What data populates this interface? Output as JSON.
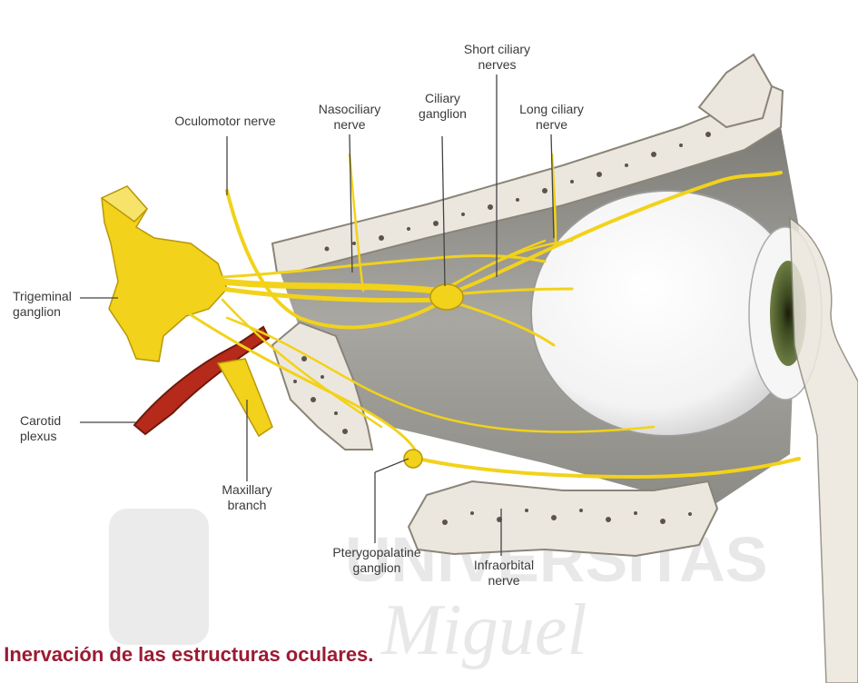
{
  "labels": {
    "oculomotor": "Oculomotor nerve",
    "nasociliary": "Nasociliary\nnerve",
    "ciliary_ganglion": "Ciliary\nganglion",
    "short_ciliary": "Short ciliary\nnerves",
    "long_ciliary": "Long ciliary\nnerve",
    "trigeminal": "Trigeminal\nganglion",
    "carotid": "Carotid\nplexus",
    "maxillary": "Maxillary\nbranch",
    "pterygopalatine": "Pterygopalatine\nganglion",
    "infraorbital": "Infraorbital\nnerve"
  },
  "watermark": {
    "line1": "UNIVERSITAS",
    "line2": "Miguel"
  },
  "caption": ". Inervación de las estructuras oculares.",
  "colors": {
    "nerve": "#f2d21a",
    "bone": "#ece7de",
    "cavity": "#8e8c86",
    "caption": "#9b1b34",
    "artery": "#b52a1a",
    "iris": "#4a5a2a"
  }
}
